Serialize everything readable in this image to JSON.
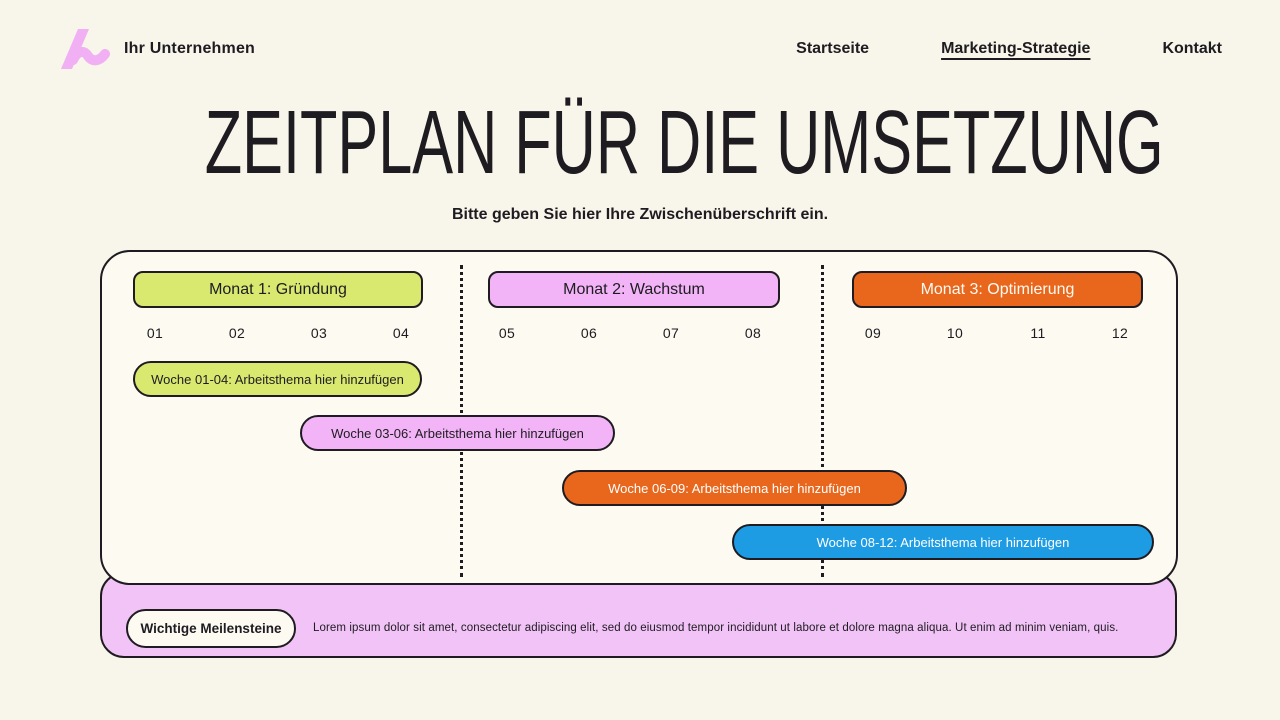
{
  "page": {
    "background": "#f8f5ea",
    "ink": "#1e1c21",
    "board_bg": "#fcfaf1"
  },
  "header": {
    "brand": "Ihr Unternehmen",
    "logo_color": "#f0b0f3",
    "nav": [
      {
        "label": "Startseite",
        "active": false
      },
      {
        "label": "Marketing-Strategie",
        "active": true
      },
      {
        "label": "Kontakt",
        "active": false
      }
    ]
  },
  "hero": {
    "title": "ZEITPLAN FÜR DIE UMSETZUNG",
    "subtitle": "Bitte geben Sie hier Ihre Zwischenüberschrift ein."
  },
  "timeline": {
    "months": [
      {
        "label": "Monat 1: Gründung",
        "bg": "#d9e96f",
        "text": "#1e1c21"
      },
      {
        "label": "Monat 2: Wachstum",
        "bg": "#f3b4f7",
        "text": "#1e1c21"
      },
      {
        "label": "Monat 3: Optimierung",
        "bg": "#e8671d",
        "text": "#fcfaf1"
      }
    ],
    "weeks": [
      "01",
      "02",
      "03",
      "04",
      "05",
      "06",
      "07",
      "08",
      "09",
      "10",
      "11",
      "12"
    ],
    "bars": [
      {
        "label": "Woche 01-04: Arbeitsthema hier hinzufügen",
        "weeks": "01-04",
        "bg": "#d9e96f",
        "text": "#1e1c21"
      },
      {
        "label": "Woche 03-06: Arbeitsthema hier hinzufügen",
        "weeks": "03-06",
        "bg": "#f3b4f7",
        "text": "#1e1c21"
      },
      {
        "label": "Woche 06-09: Arbeitsthema hier hinzufügen",
        "weeks": "06-09",
        "bg": "#e8671d",
        "text": "#ffffff"
      },
      {
        "label": "Woche 08-12: Arbeitsthema hier hinzufügen",
        "weeks": "08-12",
        "bg": "#1d9ce4",
        "text": "#ffffff"
      }
    ]
  },
  "milestones": {
    "badge": "Wichtige Meilensteine",
    "text": "Lorem ipsum dolor sit amet, consectetur adipiscing elit, sed do eiusmod tempor incididunt ut labore et dolore magna aliqua. Ut enim ad minim veniam, quis.",
    "bg": "#f2c3f6"
  }
}
